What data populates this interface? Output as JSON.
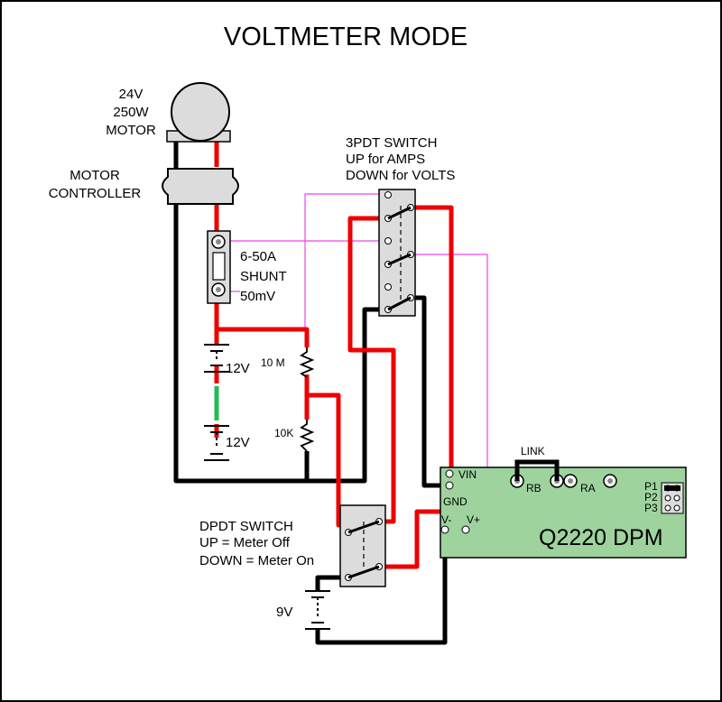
{
  "title": "VOLTMETER MODE",
  "motor": {
    "line1": "24V",
    "line2": "250W",
    "line3": "MOTOR"
  },
  "controller": {
    "line1": "MOTOR",
    "line2": "CONTROLLER"
  },
  "shunt": {
    "line1": "6-50A",
    "line2": "SHUNT",
    "line3": "50mV"
  },
  "battery": {
    "top": "12V",
    "bottom": "12V"
  },
  "resistors": {
    "top": "10 M",
    "bottom": "10K"
  },
  "switch3": {
    "line1": "3PDT SWITCH",
    "line2": "UP for AMPS",
    "line3": "DOWN for VOLTS"
  },
  "dpdt": {
    "line1": "DPDT SWITCH",
    "line2": "UP = Meter Off",
    "line3": "DOWN = Meter On"
  },
  "battery9": "9V",
  "dpm": {
    "name": "Q2220 DPM",
    "vin": "VIN",
    "gnd": "GND",
    "vminus": "V-",
    "vplus": "V+",
    "rb": "RB",
    "ra": "RA",
    "link": "LINK",
    "p1": "P1",
    "p2": "P2",
    "p3": "P3"
  },
  "colors": {
    "wire_red": "#ee0000",
    "wire_black": "#000000",
    "wire_pink": "#ee44ee",
    "dpm_green": "#9ed39e",
    "battery_green": "#22bb55"
  }
}
